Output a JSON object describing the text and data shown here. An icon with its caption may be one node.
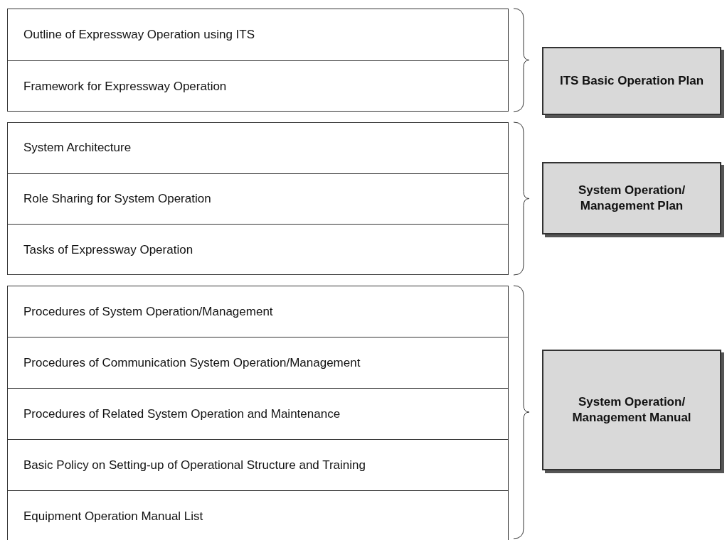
{
  "diagram": {
    "nodes": [
      {
        "text": [],
        "shape": "box"
      },
      {
        "text": [
          "Outline of Expressway Operation using ITS"
        ],
        "in": 0
      },
      {
        "text": [
          "Framework for Expressway Operation"
        ],
        "in": 0
      },
      {
        "text": [
          "ITS Basic Operation Plan"
        ]
      },
      {
        "text": [],
        "shape": "box"
      },
      {
        "text": [
          "System Architecture"
        ],
        "in": 4
      },
      {
        "text": [
          "Role Sharing for System Operation"
        ],
        "in": 4
      },
      {
        "text": [
          "Tasks of Expressway Operation"
        ],
        "in": 4
      },
      {
        "text": [
          "System Operation/ Management Plan"
        ]
      },
      {
        "text": [],
        "shape": "box"
      },
      {
        "text": [
          "Procedures of System Operation/Management"
        ],
        "in": 9
      },
      {
        "text": [
          "Procedures of Communication System Operation/Management"
        ],
        "in": 9
      },
      {
        "text": [
          "Procedures of Related System Operation and Maintenance"
        ],
        "in": 9
      },
      {
        "text": [
          "Basic Policy on Setting-up of Operational Structure and Training"
        ],
        "in": 9
      },
      {
        "text": [
          "Equipment Operation Manual List"
        ],
        "in": 9
      },
      {
        "text": [
          "System Operation/ Management Manual"
        ]
      }
    ],
    "edges": []
  }
}
